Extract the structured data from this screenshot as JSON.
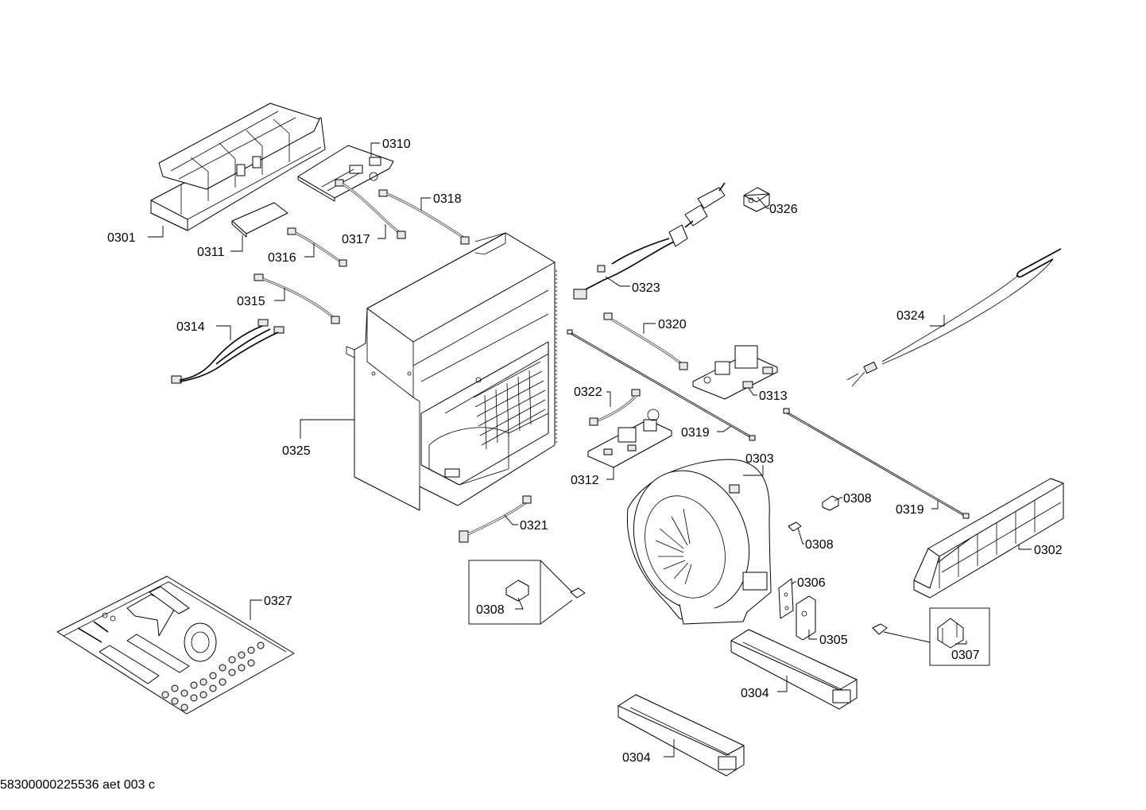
{
  "document_ref": "58300000225536 aet 003 c",
  "labels": {
    "p0301": "0301",
    "p0302": "0302",
    "p0303": "0303",
    "p0304a": "0304",
    "p0304b": "0304",
    "p0305": "0305",
    "p0306": "0306",
    "p0307": "0307",
    "p0308a": "0308",
    "p0308b": "0308",
    "p0308c": "0308",
    "p0310": "0310",
    "p0311": "0311",
    "p0312": "0312",
    "p0313": "0313",
    "p0314": "0314",
    "p0315": "0315",
    "p0316": "0316",
    "p0317": "0317",
    "p0318": "0318",
    "p0319a": "0319",
    "p0319b": "0319",
    "p0320": "0320",
    "p0321": "0321",
    "p0322": "0322",
    "p0323": "0323",
    "p0324": "0324",
    "p0325": "0325",
    "p0326": "0326",
    "p0327": "0327"
  }
}
